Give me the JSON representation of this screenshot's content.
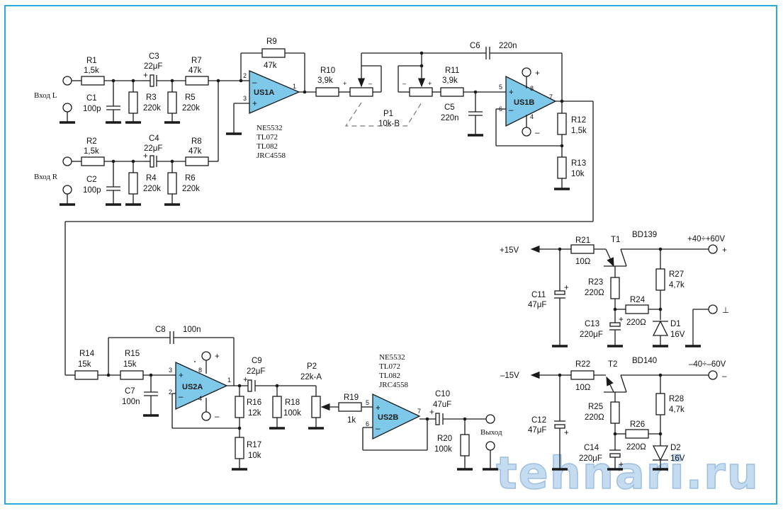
{
  "title": "Schematic: stereo tone/bass preamplifier with op-amps and regulated power supply",
  "watermark": "tehnari.ru",
  "colors": {
    "frame": "#2aa8e0",
    "opamp_fill": "#7ec8ea",
    "wire": "#1a1a1a",
    "watermark": "#c5dbef"
  },
  "inputs": {
    "left": "Вход L",
    "right": "Вход R"
  },
  "output": "Выход",
  "opamps": {
    "us1a": {
      "name": "US1A",
      "pins": {
        "in_plus": "3",
        "in_minus": "2",
        "out": "1"
      },
      "types": [
        "NE5532",
        "TL072",
        "TL082",
        "JRC4558"
      ]
    },
    "us1b": {
      "name": "US1B",
      "pins": {
        "in_plus": "5",
        "in_minus": "6",
        "out": "7",
        "vplus": "8",
        "vminus": "4"
      }
    },
    "us2a": {
      "name": "US2A",
      "pins": {
        "in_plus": "3",
        "in_minus": "2",
        "out": "1",
        "vplus": "8",
        "vminus": "4"
      }
    },
    "us2b": {
      "name": "US2B",
      "pins": {
        "in_plus": "5",
        "in_minus": "6",
        "out": "7"
      },
      "types": [
        "NE5532",
        "TL072",
        "TL082",
        "JRC4558"
      ]
    }
  },
  "signs": {
    "plus": "+",
    "minus": "–",
    "ground": "⊥"
  },
  "components": {
    "R1": {
      "ref": "R1",
      "value": "1,5k"
    },
    "R2": {
      "ref": "R2",
      "value": "1,5k"
    },
    "R3": {
      "ref": "R3",
      "value": "220k"
    },
    "R4": {
      "ref": "R4",
      "value": "220k"
    },
    "R5": {
      "ref": "R5",
      "value": "220k"
    },
    "R6": {
      "ref": "R6",
      "value": "220k"
    },
    "R7": {
      "ref": "R7",
      "value": "47k"
    },
    "R8": {
      "ref": "R8",
      "value": "47k"
    },
    "R9": {
      "ref": "R9",
      "value": "47k"
    },
    "R10": {
      "ref": "R10",
      "value": "3,9k"
    },
    "R11": {
      "ref": "R11",
      "value": "3,9k"
    },
    "R12": {
      "ref": "R12",
      "value": "1,5k"
    },
    "R13": {
      "ref": "R13",
      "value": "10k"
    },
    "R14": {
      "ref": "R14",
      "value": "15k"
    },
    "R15": {
      "ref": "R15",
      "value": "15k"
    },
    "R16": {
      "ref": "R16",
      "value": "12k"
    },
    "R17": {
      "ref": "R17",
      "value": "10k"
    },
    "R18": {
      "ref": "R18",
      "value": "100k"
    },
    "R19": {
      "ref": "R19",
      "value": "1k"
    },
    "R20": {
      "ref": "R20",
      "value": "100k"
    },
    "R21": {
      "ref": "R21",
      "value": "10Ω"
    },
    "R22": {
      "ref": "R22",
      "value": "10Ω"
    },
    "R23": {
      "ref": "R23",
      "value": "220Ω"
    },
    "R24": {
      "ref": "R24",
      "value": "220Ω"
    },
    "R25": {
      "ref": "R25",
      "value": "220Ω"
    },
    "R26": {
      "ref": "R26",
      "value": "220Ω"
    },
    "R27": {
      "ref": "R27",
      "value": "4,7k"
    },
    "R28": {
      "ref": "R28",
      "value": "4,7k"
    },
    "C1": {
      "ref": "C1",
      "value": "100p"
    },
    "C2": {
      "ref": "C2",
      "value": "100p"
    },
    "C3": {
      "ref": "C3",
      "value": "22μF"
    },
    "C4": {
      "ref": "C4",
      "value": "22μF"
    },
    "C5": {
      "ref": "C5",
      "value": "220n"
    },
    "C6": {
      "ref": "C6",
      "value": "220n"
    },
    "C7": {
      "ref": "C7",
      "value": "100n"
    },
    "C8": {
      "ref": "C8",
      "value": "100n"
    },
    "C9": {
      "ref": "C9",
      "value": "22μF"
    },
    "C10": {
      "ref": "C10",
      "value": "47uF"
    },
    "C11": {
      "ref": "C11",
      "value": "47μF"
    },
    "C12": {
      "ref": "C12",
      "value": "47μF"
    },
    "C13": {
      "ref": "C13",
      "value": "220μF"
    },
    "C14": {
      "ref": "C14",
      "value": "220μF"
    },
    "P1": {
      "ref": "P1",
      "value": "10k-B"
    },
    "P2": {
      "ref": "P2",
      "value": "22k-A"
    },
    "T1": {
      "ref": "T1",
      "value": "BD139"
    },
    "T2": {
      "ref": "T2",
      "value": "BD140"
    },
    "D1": {
      "ref": "D1",
      "value": "16V"
    },
    "D2": {
      "ref": "D2",
      "value": "16V"
    }
  },
  "power": {
    "pos_rail": "+15V",
    "neg_rail": "–15V",
    "pos_in": "+40÷+60V",
    "neg_in": "–40÷–60V"
  }
}
